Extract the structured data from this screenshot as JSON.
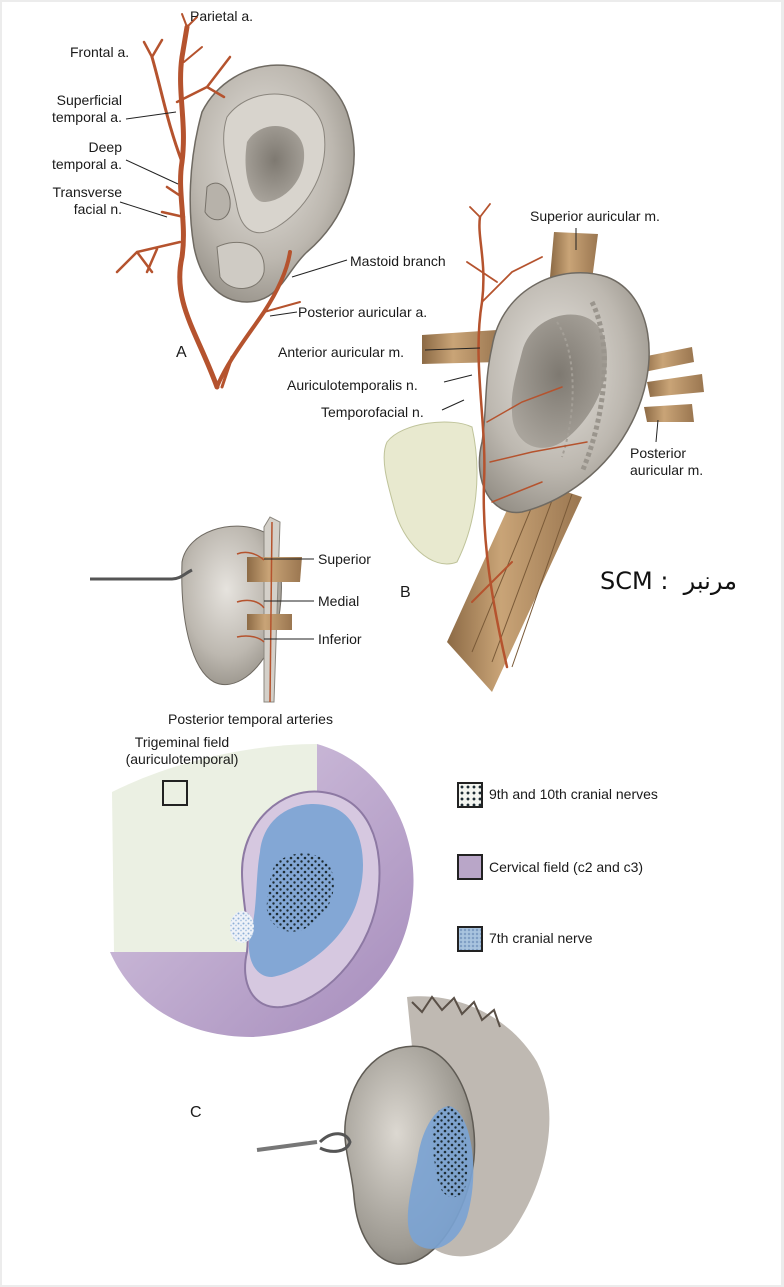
{
  "panel_a": {
    "letter": "A",
    "labels": {
      "parietal": "Parietal a.",
      "frontal": "Frontal a.",
      "superficial_temporal": "Superficial\ntemporal a.",
      "deep_temporal": "Deep\ntemporal a.",
      "transverse_facial": "Transverse\nfacial n.",
      "mastoid_branch": "Mastoid branch",
      "posterior_auricular_a": "Posterior auricular a."
    }
  },
  "panel_b": {
    "letter": "B",
    "labels": {
      "superior_auricular_m": "Superior auricular m.",
      "anterior_auricular_m": "Anterior auricular m.",
      "auriculotemporalis_n": "Auriculotemporalis n.",
      "temporofacial_n": "Temporofacial n.",
      "posterior_auricular_m": "Posterior\nauricular m.",
      "superior": "Superior",
      "medial": "Medial",
      "inferior": "Inferior"
    }
  },
  "annotation": {
    "handwritten": "SCM :  مرنبر"
  },
  "panel_c": {
    "letter": "C",
    "title": "Posterior temporal arteries",
    "legend": {
      "trigeminal": "Trigeminal field\n(auriculotemporal)",
      "ninth_tenth": "9th and 10th cranial nerves",
      "cervical": "Cervical field (c2 and c3)",
      "seventh": "7th cranial nerve"
    }
  },
  "colors": {
    "artery": "#b5532e",
    "muscle": "#b58a5a",
    "ear_skin": "#c9c5bd",
    "trigeminal_field": "#ebf0e3",
    "cervical_field": "#b9a6c8",
    "seventh_nerve": "#7aa3d4",
    "ninth_tenth": "#1d2c33"
  }
}
